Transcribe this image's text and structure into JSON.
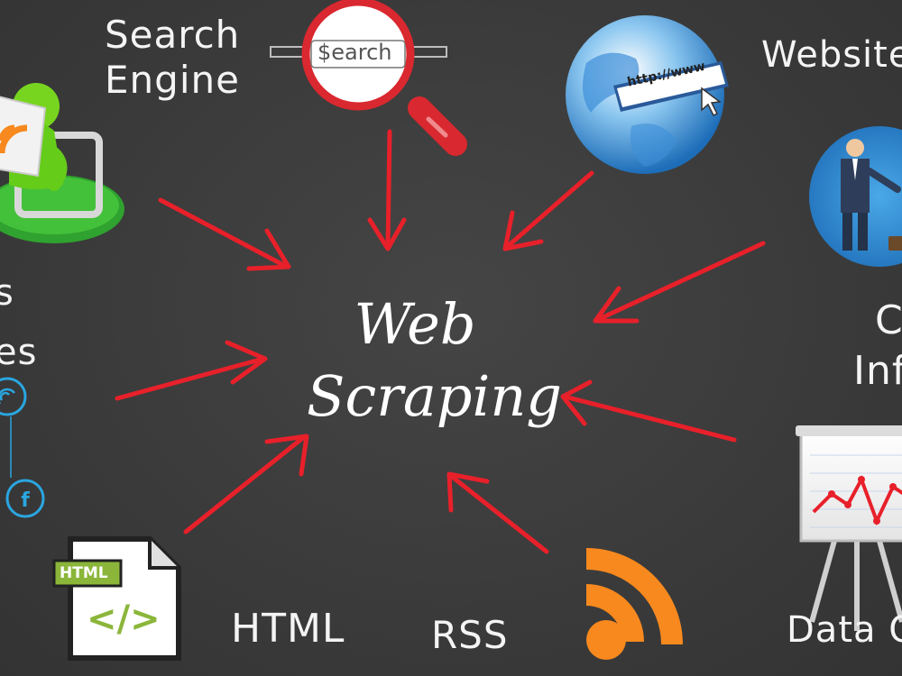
{
  "diagram": {
    "center": {
      "line1": "Web",
      "line2": "Scraping"
    },
    "sources": {
      "search_engine": {
        "line1": "Search",
        "line2": "Engine"
      },
      "search_icon_text": "$earch",
      "websites": "Websites",
      "left_partial": {
        "line1": "s",
        "line2": "es"
      },
      "right_partial": {
        "line1": "C",
        "line2": "Inf"
      },
      "html": "HTML",
      "html_badge": "HTML",
      "html_code": "</>",
      "rss": "RSS",
      "data_partial": "Data Of",
      "url_text": "http://www"
    },
    "colors": {
      "background": "#3b3b3b",
      "arrow": "#e8202a",
      "text": "#f4f4f4",
      "rss_orange": "#f7891e",
      "globe_blue": "#2f7fcf",
      "green_figure": "#66cc1a",
      "social_blue": "#2aa6e0"
    }
  }
}
